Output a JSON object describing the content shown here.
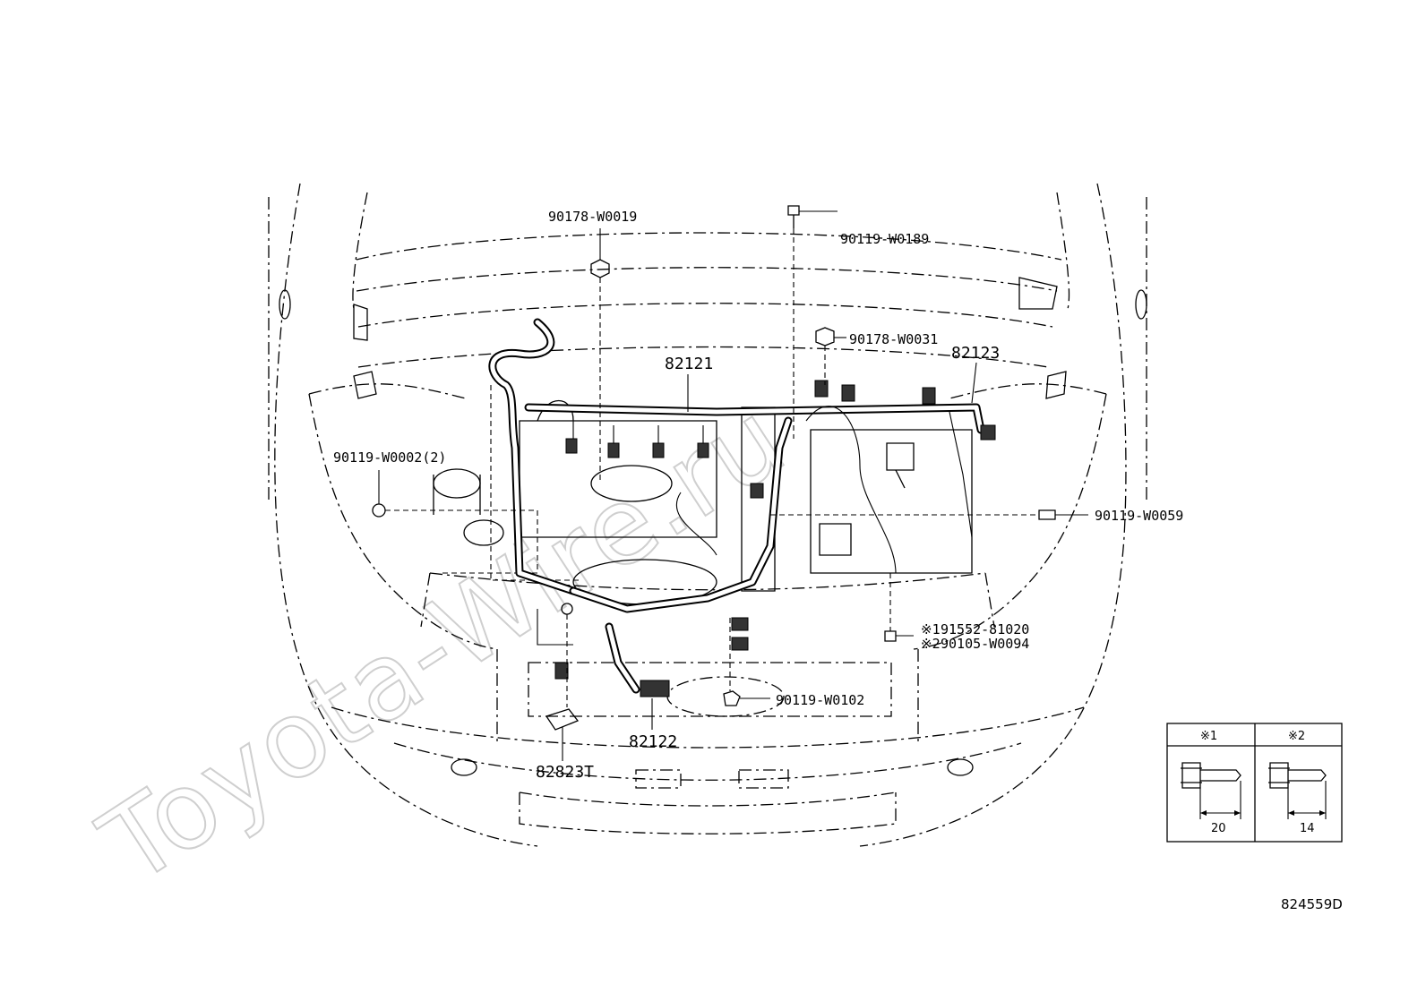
{
  "watermark": "Toyota-Wire.ru",
  "parts": {
    "p_90178_W0019": "90178-W0019",
    "p_90119_W0189": "90119-W0189",
    "p_90178_W0031": "90178-W0031",
    "p_82121": "82121",
    "p_82123": "82123",
    "p_90119_W0002": "90119-W0002(2)",
    "p_90119_W0059": "90119-W0059",
    "p_91552_81020": "91552-81020",
    "p_90105_W0094": "90105-W0094",
    "p_90119_W0102": "90119-W0102",
    "p_82122": "82122",
    "p_82823T": "82823T"
  },
  "notes": {
    "mark1": "※1",
    "mark2": "※2"
  },
  "legend": {
    "col1_header": "※1",
    "col2_header": "※2",
    "col1_length": "20",
    "col2_length": "14"
  },
  "diagram_code": "824559D"
}
